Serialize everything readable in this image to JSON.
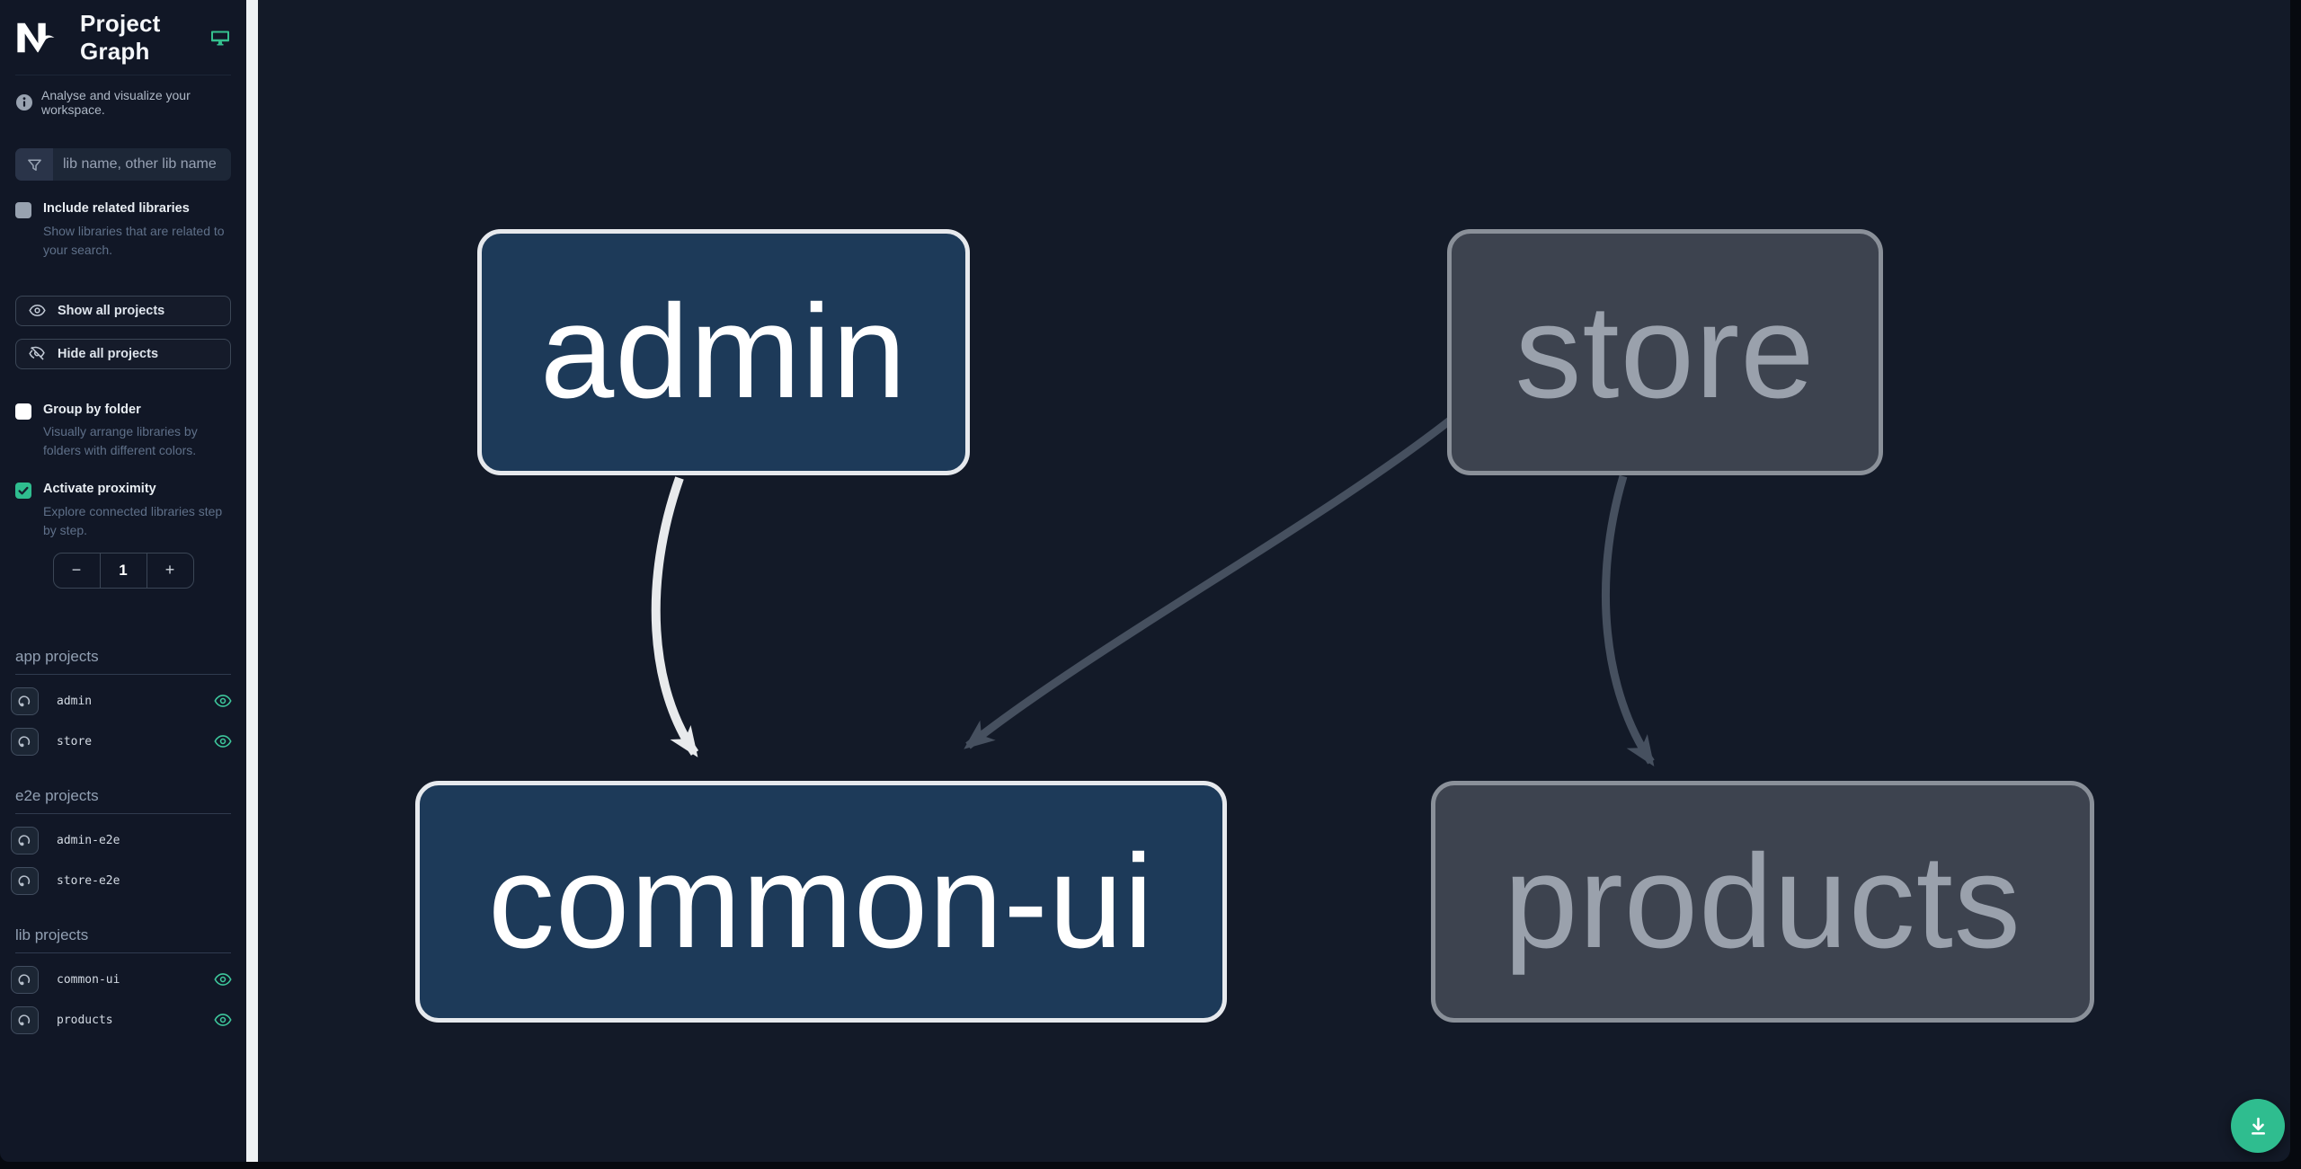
{
  "header": {
    "title": "Project Graph"
  },
  "sidebar": {
    "tagline": "Analyse and visualize your workspace.",
    "search": {
      "placeholder": "lib name, other lib name"
    },
    "include_related": {
      "label": "Include related libraries",
      "desc": "Show libraries that are related to your search.",
      "checked": false
    },
    "show_all_label": "Show all projects",
    "hide_all_label": "Hide all projects",
    "group_by_folder": {
      "label": "Group by folder",
      "desc": "Visually arrange libraries by folders with different colors.",
      "checked": false
    },
    "proximity": {
      "label": "Activate proximity",
      "desc": "Explore connected libraries step by step.",
      "checked": true,
      "decrease_label": "−",
      "value": "1",
      "increase_label": "+"
    },
    "sections": [
      {
        "title": "app projects",
        "items": [
          {
            "name": "admin",
            "visible": true
          },
          {
            "name": "store",
            "visible": true
          }
        ]
      },
      {
        "title": "e2e projects",
        "items": [
          {
            "name": "admin-e2e",
            "visible": false
          },
          {
            "name": "store-e2e",
            "visible": false
          }
        ]
      },
      {
        "title": "lib projects",
        "items": [
          {
            "name": "common-ui",
            "visible": true
          },
          {
            "name": "products",
            "visible": true
          }
        ]
      }
    ]
  },
  "graph": {
    "nodes": [
      {
        "label": "admin",
        "state": "focused"
      },
      {
        "label": "store",
        "state": "faded"
      },
      {
        "label": "common-ui",
        "state": "focused"
      },
      {
        "label": "products",
        "state": "faded"
      }
    ],
    "edges": [
      {
        "from": "admin",
        "to": "common-ui",
        "style": "light"
      },
      {
        "from": "store",
        "to": "common-ui",
        "style": "dark"
      },
      {
        "from": "store",
        "to": "products",
        "style": "dark"
      }
    ]
  },
  "icons": {
    "logo": "nx-logo",
    "header_right": "computer-icon",
    "tagline": "info-icon",
    "search": "filter-icon",
    "show_all": "eye-icon",
    "hide_all": "eye-off-icon",
    "project_chip": "focus-icon",
    "project_visible": "eye-icon",
    "fab": "download-icon"
  },
  "colors": {
    "accent_teal": "#2fbd8f",
    "eye_teal": "#3ec79c",
    "sidebar_bg": "#111726",
    "canvas_bg": "#131a28",
    "divider": "#eef1f4",
    "node_focused_fill": "#1d3a59",
    "node_focused_border": "#e6e9ed",
    "node_faded_fill": "#3d434f",
    "node_faded_border": "#8a9099",
    "edge_light": "#e8eaec",
    "edge_dark": "#46505f"
  }
}
